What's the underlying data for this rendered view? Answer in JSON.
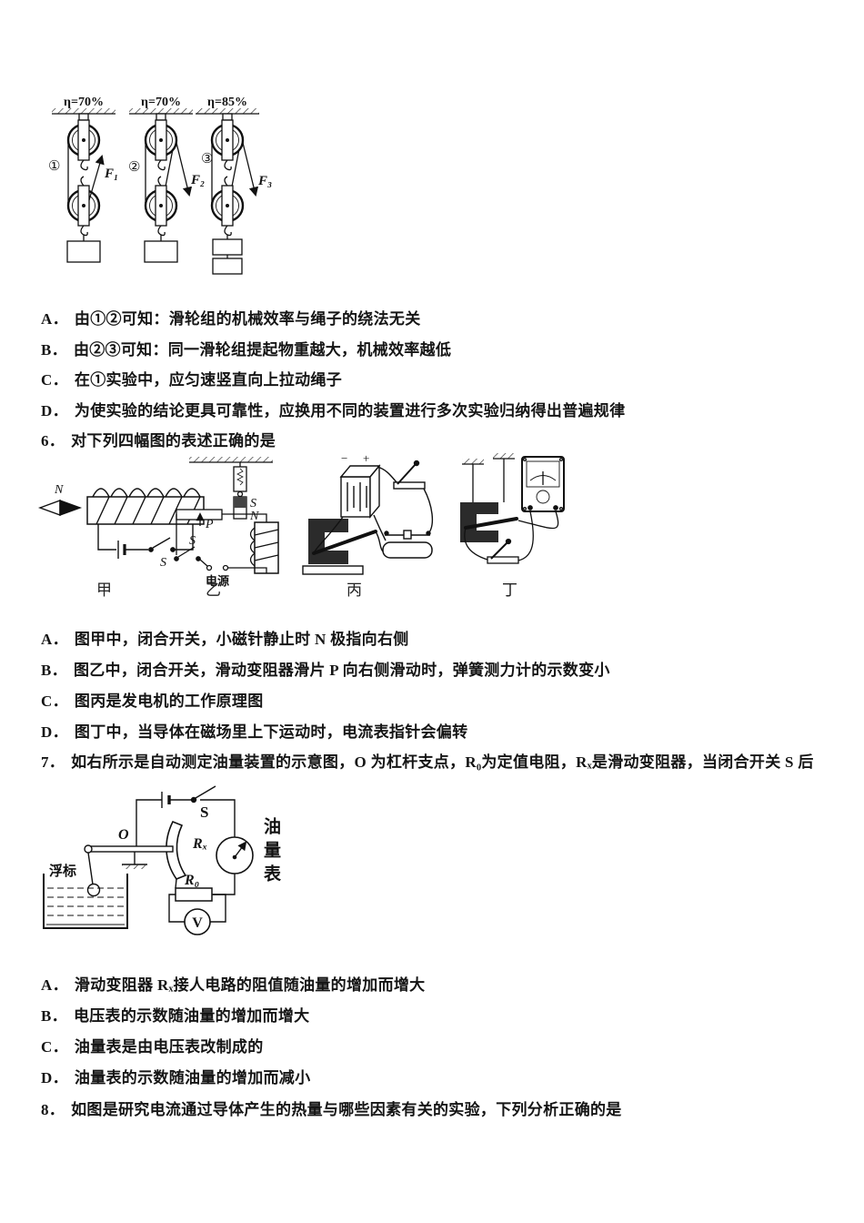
{
  "colors": {
    "ink": "#111111",
    "paper": "#ffffff"
  },
  "pulley_figure": {
    "systems": [
      {
        "eta": "η=70%",
        "num": "①",
        "force": "F₁"
      },
      {
        "eta": "η=70%",
        "num": "②",
        "force": "F₂"
      },
      {
        "eta": "η=85%",
        "num": "③",
        "force": "F₃"
      }
    ]
  },
  "q5": {
    "options": [
      {
        "label": "A．",
        "text": "由①②可知：滑轮组的机械效率与绳子的绕法无关"
      },
      {
        "label": "B．",
        "text": "由②③可知：同一滑轮组提起物重越大，机械效率越低"
      },
      {
        "label": "C．",
        "text": "在①实验中，应匀速竖直向上拉动绳子"
      },
      {
        "label": "D．",
        "text": "为使实验的结论更具可靠性，应换用不同的装置进行多次实验归纳得出普遍规律"
      }
    ]
  },
  "q6": {
    "num": "6．",
    "stem": "对下列四幅图的表述正确的是",
    "figures": [
      {
        "label": "甲"
      },
      {
        "label": "乙"
      },
      {
        "label": "丙"
      },
      {
        "label": "丁"
      }
    ],
    "jia": {
      "compass": "N",
      "switch": "S"
    },
    "yi": {
      "pole_s": "S",
      "pole_n": "N",
      "slider": "P",
      "switch": "S",
      "power": "电源"
    },
    "bing": {
      "minus": "−",
      "plus": "+"
    },
    "options": [
      {
        "label": "A．",
        "text": "图甲中，闭合开关，小磁针静止时 N 极指向右侧"
      },
      {
        "label": "B．",
        "text": "图乙中，闭合开关，滑动变阻器滑片 P 向右侧滑动时，弹簧测力计的示数变小"
      },
      {
        "label": "C．",
        "text": "图丙是发电机的工作原理图"
      },
      {
        "label": "D．",
        "text": "图丁中，当导体在磁场里上下运动时，电流表指针会偏转"
      }
    ]
  },
  "q7": {
    "num": "7．",
    "stem": "如右所示是自动测定油量装置的示意图，O 为杠杆支点，R₀为定值电阻，Rₓ是滑动变阻器，当闭合开关 S 后",
    "diagram": {
      "fulcrum": "O",
      "switch": "S",
      "rx": "Rₓ",
      "r0": "R₀",
      "voltmeter": "V",
      "gauge": "油量表",
      "float_label": "浮标"
    },
    "options": [
      {
        "label": "A．",
        "text": "滑动变阻器 Rₓ接人电路的阻值随油量的增加而增大"
      },
      {
        "label": "B．",
        "text": "电压表的示数随油量的增加而增大"
      },
      {
        "label": "C．",
        "text": "油量表是由电压表改制成的"
      },
      {
        "label": "D．",
        "text": "油量表的示数随油量的增加而减小"
      }
    ]
  },
  "q8": {
    "num": "8．",
    "stem": "如图是研究电流通过导体产生的热量与哪些因素有关的实验，下列分析正确的是"
  }
}
